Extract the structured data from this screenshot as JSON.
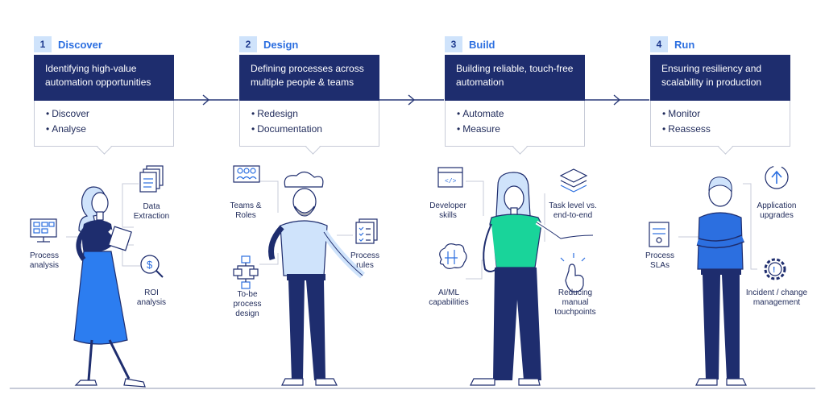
{
  "stages": [
    {
      "num": "1",
      "title": "Discover",
      "desc": "Identifying high-value automation opportunities",
      "items": [
        "Discover",
        "Analyse"
      ],
      "labels": {
        "a": "Data Extraction",
        "b": "Process analysis",
        "c": "ROI analysis"
      }
    },
    {
      "num": "2",
      "title": "Design",
      "desc": "Defining processes across multiple people & teams",
      "items": [
        "Redesign",
        "Documentation"
      ],
      "labels": {
        "a": "Teams & Roles",
        "b": "Process rules",
        "c": "To-be process design"
      }
    },
    {
      "num": "3",
      "title": "Build",
      "desc": "Building reliable, touch-free automation",
      "items": [
        "Automate",
        "Measure"
      ],
      "labels": {
        "a": "Developer skills",
        "b": "Task level vs. end-to-end",
        "c": "AI/ML capabilities",
        "d": "Reducing manual touchpoints"
      }
    },
    {
      "num": "4",
      "title": "Run",
      "desc": "Ensuring resiliency and scalability in production",
      "items": [
        "Monitor",
        "Reassess"
      ],
      "labels": {
        "a": "Application upgrades",
        "b": "Process SLAs",
        "c": "Incident / change management"
      }
    }
  ],
  "colors": {
    "navy": "#1e2d6e",
    "blue": "#2c6fe0",
    "light_blue": "#cfe3fb",
    "green": "#19d49a"
  }
}
